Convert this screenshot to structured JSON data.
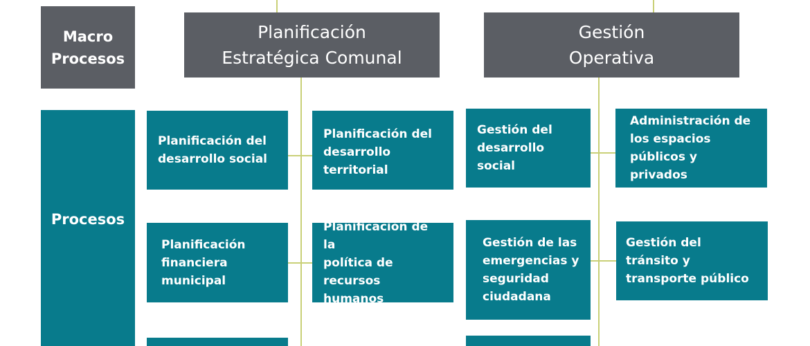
{
  "side_labels": {
    "macro": "Macro\nProcesos",
    "procesos": "Procesos"
  },
  "macro_processes": [
    {
      "title": "Planificación\nEstratégica Comunal"
    },
    {
      "title": "Gestión\nOperativa"
    }
  ],
  "processes": {
    "planificacion": [
      {
        "label": "Planificación del\ndesarrollo social"
      },
      {
        "label": "Planificación del\ndesarrollo\nterritorial"
      },
      {
        "label": "Planificación\nfinanciera\nmunicipal"
      },
      {
        "label": "Planificación de la\npolítica de recursos\nhumanos"
      }
    ],
    "gestion": [
      {
        "label": "Gestión del\ndesarrollo social"
      },
      {
        "label": "Administración de\nlos espacios\npúblicos y privados"
      },
      {
        "label": "Gestión de las\nemergencias y\nseguridad\nciudadana"
      },
      {
        "label": "Gestión del tránsito y\ntransporte público"
      }
    ]
  },
  "colors": {
    "header": "#5b5e64",
    "process": "#087b8c",
    "connector": "#c9d077",
    "background": "#ffffff"
  }
}
